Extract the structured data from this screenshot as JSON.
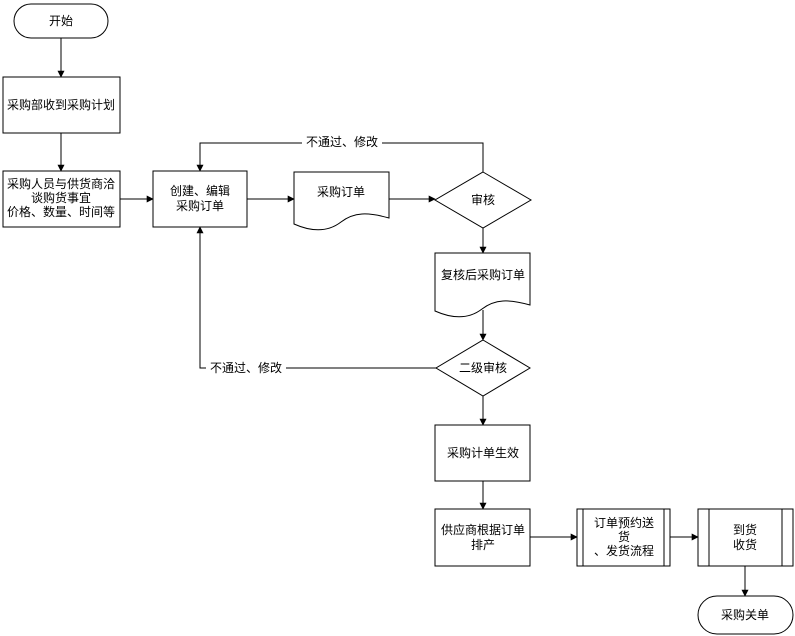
{
  "nodes": {
    "start": "开始",
    "receive_plan": "采购部收到采购计划",
    "negotiate": [
      "采购人员与供货商洽",
      "谈购货事宜",
      "价格、数量、时间等"
    ],
    "create_order": [
      "创建、编辑",
      "采购订单"
    ],
    "order_doc": "采购订单",
    "review": "审核",
    "recheck_doc": "复核后采购订单",
    "level2_review": "二级审核",
    "plan_effective": "采购计单生效",
    "supplier_production": [
      "供应商根据订单",
      "排产"
    ],
    "delivery": [
      "订单预约送",
      "货",
      "、发货流程"
    ],
    "arrival": [
      "到货",
      "收货"
    ],
    "close_order": "采购关单"
  },
  "edges": {
    "review_reject": "不通过、修改",
    "level2_reject": "不通过、修改"
  },
  "colors": {
    "stroke": "#000000",
    "fill": "#ffffff"
  }
}
